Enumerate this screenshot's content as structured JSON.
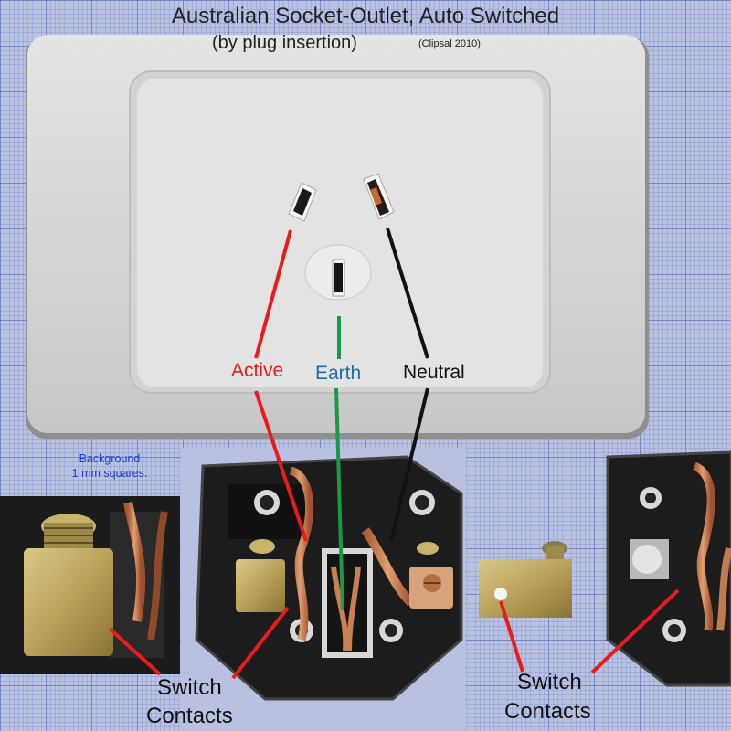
{
  "title": "Australian Socket-Outlet, Auto Switched",
  "subtitle": "(by plug insertion)",
  "credit": "(Clipsal 2010)",
  "background_note": [
    "Background",
    "1 mm squares."
  ],
  "labels": {
    "active": "Active",
    "earth": "Earth",
    "neutral": "Neutral",
    "switch_contacts_1": [
      "Switch",
      "Contacts"
    ],
    "switch_contacts_2": [
      "Switch",
      "Contacts"
    ]
  },
  "colors": {
    "active": "#e81c1c",
    "earth": "#1a9a48",
    "earth_text": "#1e6fa0",
    "neutral": "#111111",
    "background_note": "#1a3fd0"
  }
}
